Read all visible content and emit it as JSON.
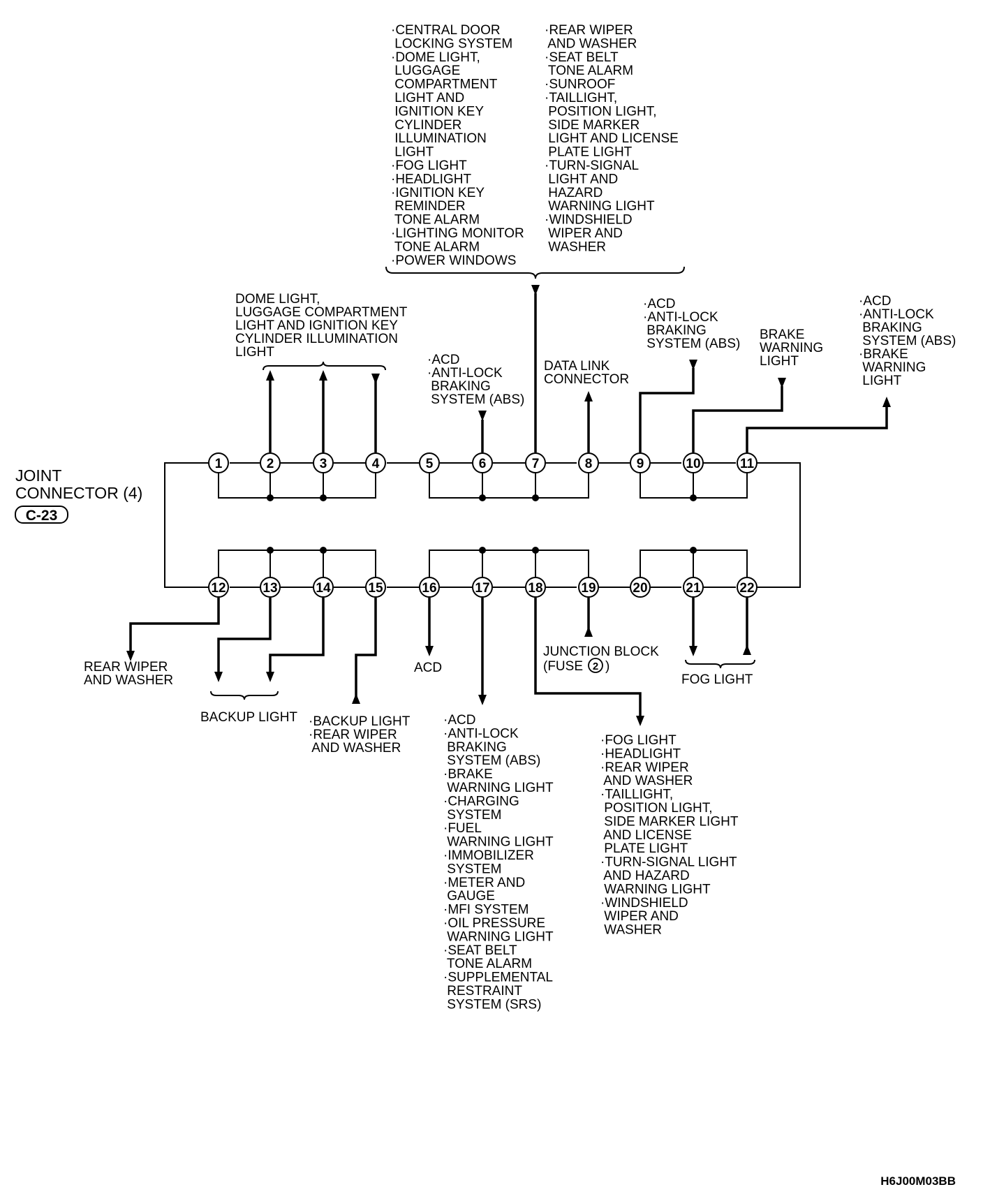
{
  "connector": {
    "title_line1": "JOINT",
    "title_line2": "CONNECTOR (4)",
    "code": "C-23"
  },
  "figure_id": "H6J00M03BB",
  "pins": [
    "1",
    "2",
    "3",
    "4",
    "5",
    "6",
    "7",
    "8",
    "9",
    "10",
    "11",
    "12",
    "13",
    "14",
    "15",
    "16",
    "17",
    "18",
    "19",
    "20",
    "21",
    "22"
  ],
  "labels": {
    "top_col1": [
      "·CENTRAL DOOR",
      " LOCKING SYSTEM",
      "·DOME LIGHT,",
      " LUGGAGE",
      " COMPARTMENT",
      " LIGHT AND",
      " IGNITION KEY",
      " CYLINDER",
      " ILLUMINATION",
      " LIGHT",
      "·FOG LIGHT",
      "·HEADLIGHT",
      "·IGNITION KEY",
      " REMINDER",
      " TONE ALARM",
      "·LIGHTING MONITOR",
      " TONE ALARM",
      "·POWER WINDOWS"
    ],
    "top_col2": [
      "·REAR WIPER",
      " AND WASHER",
      "·SEAT BELT",
      " TONE ALARM",
      "·SUNROOF",
      "·TAILLIGHT,",
      " POSITION LIGHT,",
      " SIDE MARKER",
      " LIGHT AND LICENSE",
      " PLATE LIGHT",
      "·TURN-SIGNAL",
      " LIGHT AND",
      " HAZARD",
      " WARNING LIGHT",
      "·WINDSHIELD",
      " WIPER AND",
      " WASHER"
    ],
    "dome": [
      "DOME LIGHT,",
      "LUGGAGE COMPARTMENT",
      "LIGHT AND IGNITION KEY",
      "CYLINDER ILLUMINATION",
      "LIGHT"
    ],
    "pin6": [
      "·ACD",
      "·ANTI-LOCK",
      " BRAKING",
      " SYSTEM (ABS)"
    ],
    "dlc": [
      "DATA LINK",
      "CONNECTOR"
    ],
    "pin9": [
      "·ACD",
      "·ANTI-LOCK",
      " BRAKING",
      " SYSTEM (ABS)"
    ],
    "pin10": [
      "BRAKE",
      "WARNING",
      "LIGHT"
    ],
    "pin11": [
      "·ACD",
      "·ANTI-LOCK",
      " BRAKING",
      " SYSTEM (ABS)",
      "·BRAKE",
      " WARNING",
      " LIGHT"
    ],
    "pin12": [
      "REAR WIPER",
      "AND WASHER"
    ],
    "backup": [
      "BACKUP LIGHT"
    ],
    "pin15": [
      "·BACKUP LIGHT",
      "·REAR WIPER",
      " AND WASHER"
    ],
    "pin16": [
      "ACD"
    ],
    "pin17": [
      "·ACD",
      "·ANTI-LOCK",
      " BRAKING",
      " SYSTEM (ABS)",
      "·BRAKE",
      " WARNING LIGHT",
      "·CHARGING",
      " SYSTEM",
      "·FUEL",
      " WARNING LIGHT",
      "·IMMOBILIZER",
      " SYSTEM",
      "·METER AND",
      " GAUGE",
      "·MFI SYSTEM",
      "·OIL PRESSURE",
      " WARNING LIGHT",
      "·SEAT BELT",
      " TONE ALARM",
      "·SUPPLEMENTAL",
      " RESTRAINT",
      " SYSTEM (SRS)"
    ],
    "pin18": [
      "·FOG LIGHT",
      "·HEADLIGHT",
      "·REAR WIPER",
      " AND WASHER",
      "·TAILLIGHT,",
      " POSITION LIGHT,",
      " SIDE MARKER LIGHT",
      " AND LICENSE",
      " PLATE LIGHT",
      "·TURN-SIGNAL LIGHT",
      " AND HAZARD",
      " WARNING LIGHT",
      "·WINDSHIELD",
      " WIPER AND",
      " WASHER"
    ],
    "junction_line1": "JUNCTION BLOCK",
    "junction_fuse_prefix": "(FUSE",
    "junction_fuse_num": "2",
    "junction_fuse_suffix": ")",
    "fog": [
      "FOG LIGHT"
    ]
  }
}
